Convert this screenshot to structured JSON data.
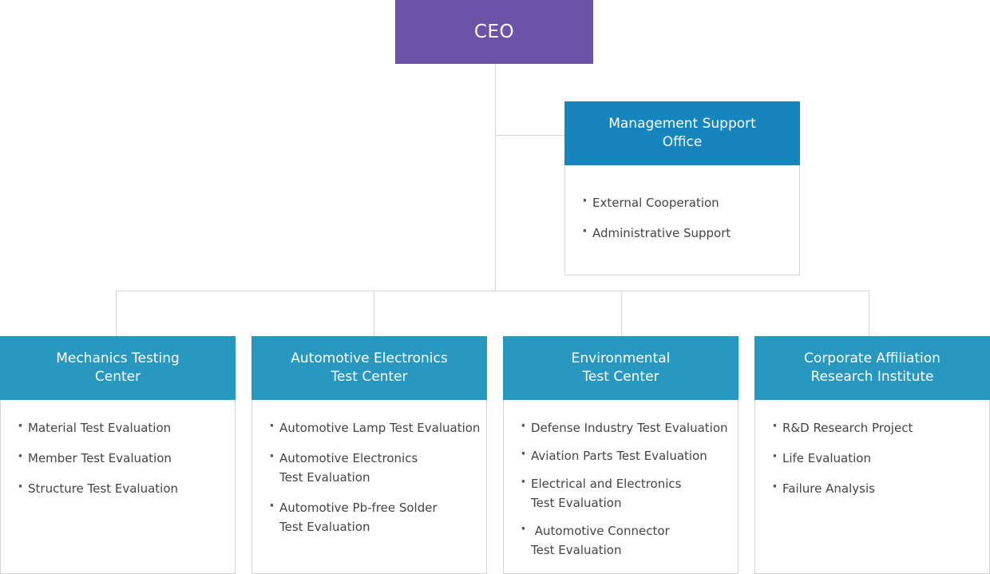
{
  "colors": {
    "ceo": "#6c52a8",
    "office": "#1685be",
    "center": "#2898c0",
    "connector": "#d6d6d6"
  },
  "ceo": {
    "label": "CEO"
  },
  "office": {
    "title_line1": "Management Support",
    "title_line2": "Office",
    "items": [
      "External Cooperation",
      "Administrative Support"
    ]
  },
  "centers": [
    {
      "title_line1": "Mechanics Testing",
      "title_line2": "Center",
      "items": [
        [
          "Material Test Evaluation"
        ],
        [
          "Member Test Evaluation"
        ],
        [
          "Structure Test Evaluation"
        ]
      ]
    },
    {
      "title_line1": "Automotive Electronics",
      "title_line2": "Test Center",
      "items": [
        [
          "Automotive Lamp Test Evaluation"
        ],
        [
          "Automotive Electronics",
          "Test Evaluation"
        ],
        [
          "Automotive Pb-free Solder",
          "Test Evaluation"
        ]
      ]
    },
    {
      "title_line1": "Environmental",
      "title_line2": "Test Center",
      "items": [
        [
          "Defense Industry Test Evaluation"
        ],
        [
          "Aviation Parts Test Evaluation"
        ],
        [
          "Electrical and Electronics",
          "Test Evaluation"
        ],
        [
          " Automotive Connector",
          "Test Evaluation"
        ]
      ]
    },
    {
      "title_line1": "Corporate Affiliation",
      "title_line2": "Research Institute",
      "items": [
        [
          "R&D Research Project"
        ],
        [
          "Life Evaluation"
        ],
        [
          "Failure Analysis"
        ]
      ]
    }
  ]
}
